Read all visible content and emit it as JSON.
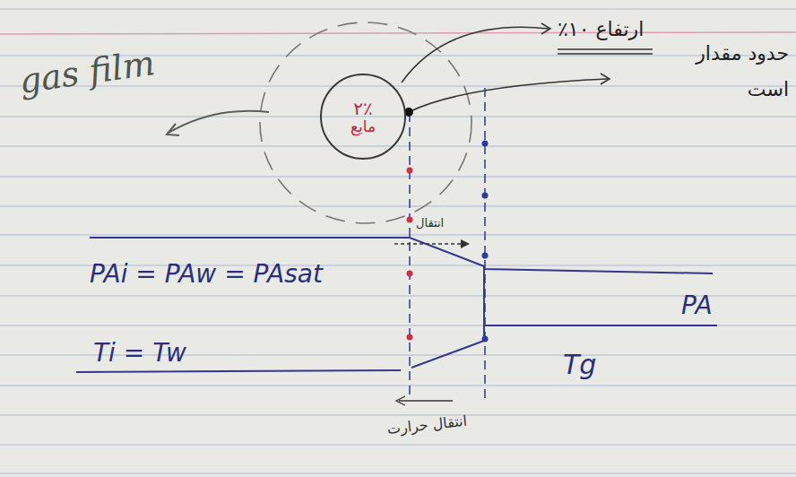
{
  "diagram": {
    "nodes": [
      {
        "text": [
          "۲٪",
          "مایع"
        ]
      }
    ],
    "labels": [
      "gas film",
      "ارتفاع ۱۰٪",
      "حدود مقدار است",
      "انتقال",
      "PAi = PAw = PAsat",
      "PA",
      "Ti = Tw",
      "Tg",
      "انتقال حرارت"
    ]
  }
}
